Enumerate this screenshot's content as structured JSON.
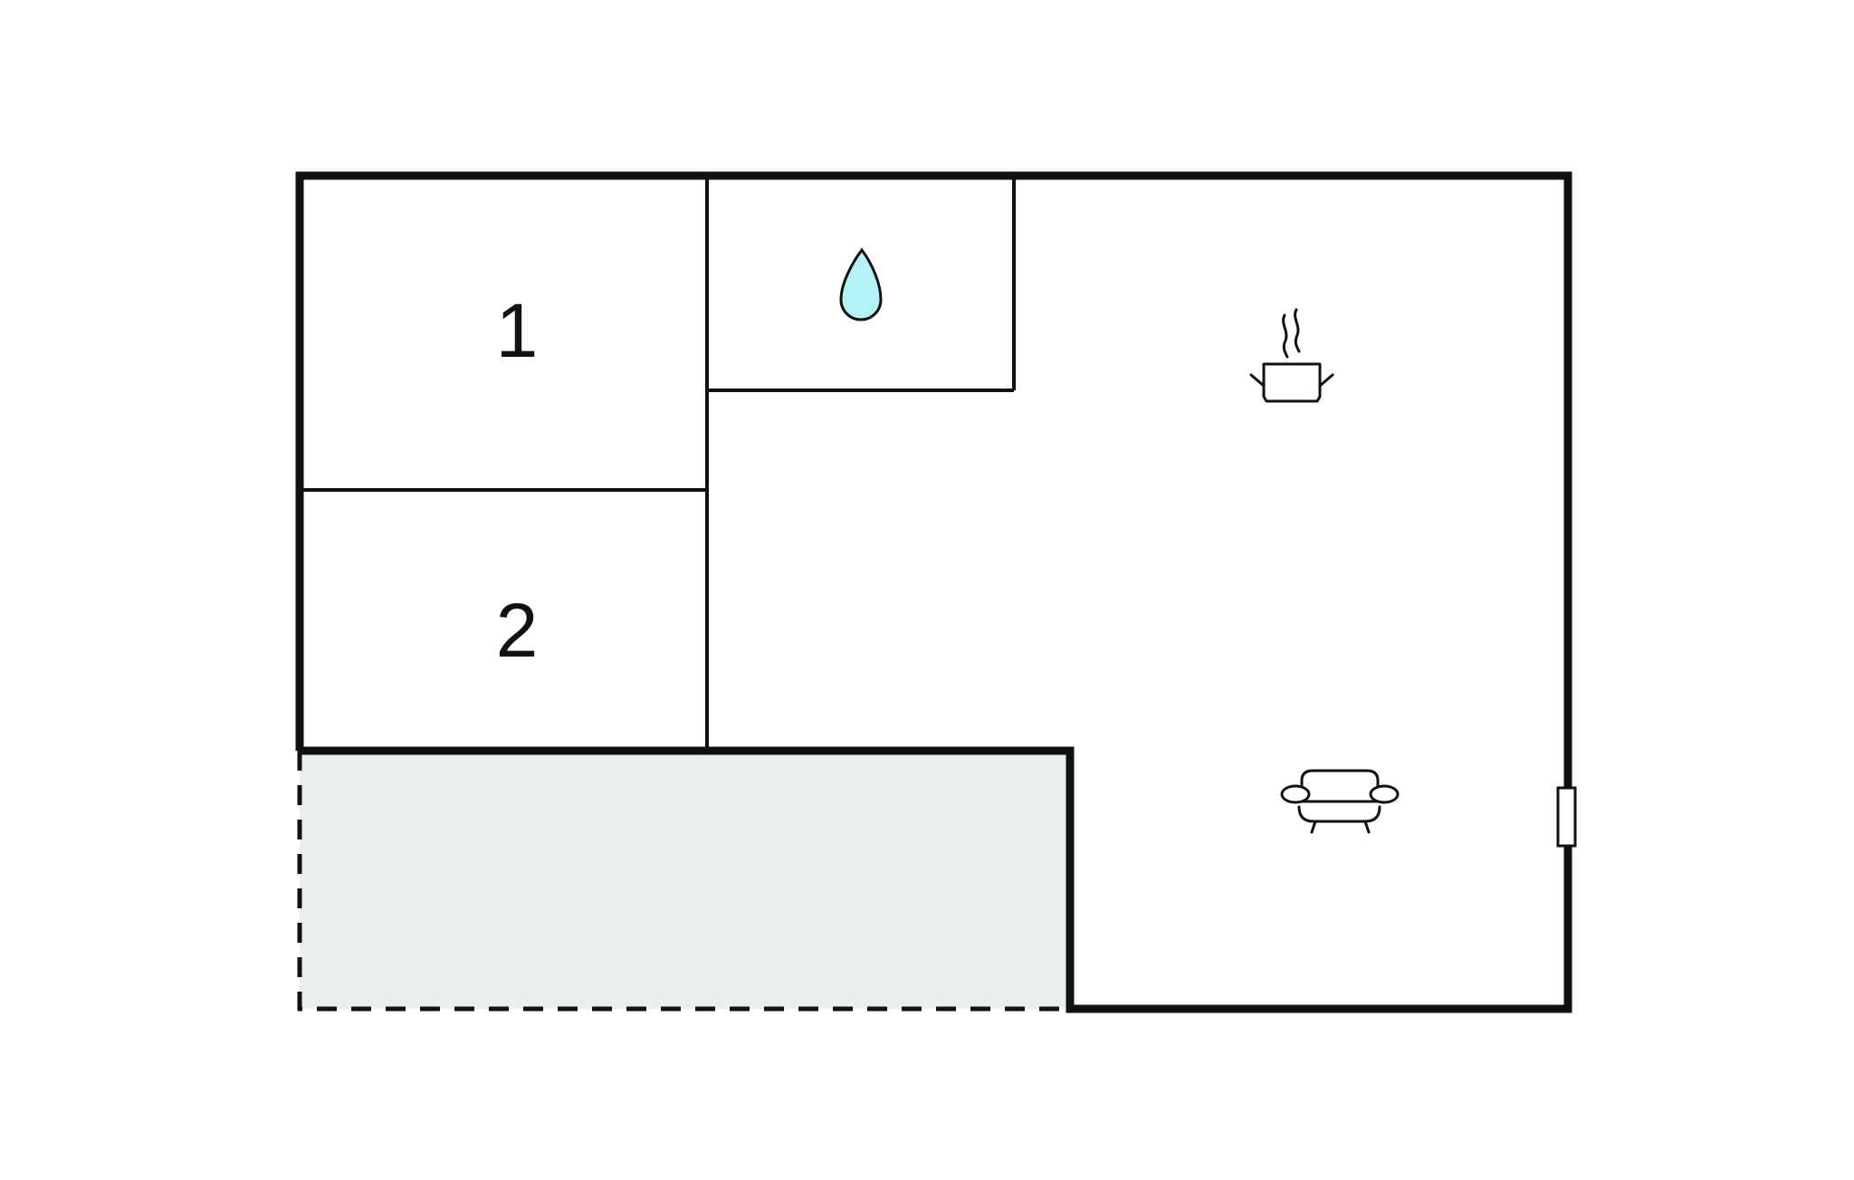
{
  "rooms": {
    "bedroom_1": {
      "label": "1"
    },
    "bedroom_2": {
      "label": "2"
    },
    "bathroom": {
      "icon": "water-drop-icon"
    },
    "kitchen": {
      "icon": "cooking-pot-icon"
    },
    "living": {
      "icon": "sofa-icon"
    },
    "terrace": {
      "style": "dashed-outline-shaded"
    }
  },
  "colors": {
    "wall": "#111111",
    "terrace_fill": "#e8efee",
    "water_drop": "#b3f3f8",
    "background": "#ffffff"
  }
}
